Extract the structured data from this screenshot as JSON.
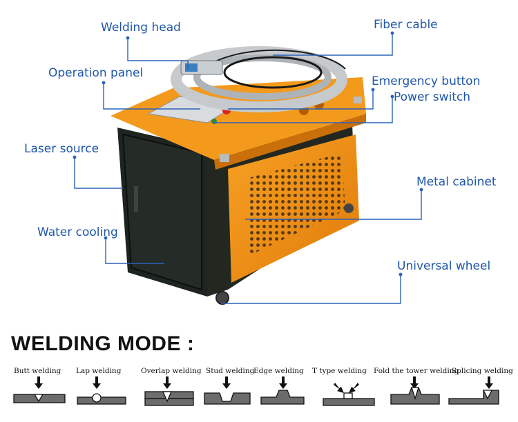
{
  "callouts": {
    "welding_head": "Welding head",
    "fiber_cable": "Fiber cable",
    "operation_panel": "Operation panel",
    "emergency_button": "Emergency button",
    "power_switch": "Power switch",
    "laser_source": "Laser source",
    "metal_cabinet": "Metal cabinet",
    "water_cooling": "Water cooling",
    "universal_wheel": "Universal wheel"
  },
  "welding_mode": {
    "title": "WELDING MODE :",
    "modes": [
      "Butt welding",
      "Lap welding",
      "Overlap welding",
      "Stud welding",
      "Edge welding",
      "T type welding",
      "Fold the tower welding",
      "Splicing welding"
    ]
  },
  "colors": {
    "callout_text": "#1f57a8",
    "leader_line": "#2a63b8",
    "cabinet_orange": "#f08c12",
    "cabinet_dark": "#1c211e",
    "cable_grey": "#bfc3c7"
  }
}
